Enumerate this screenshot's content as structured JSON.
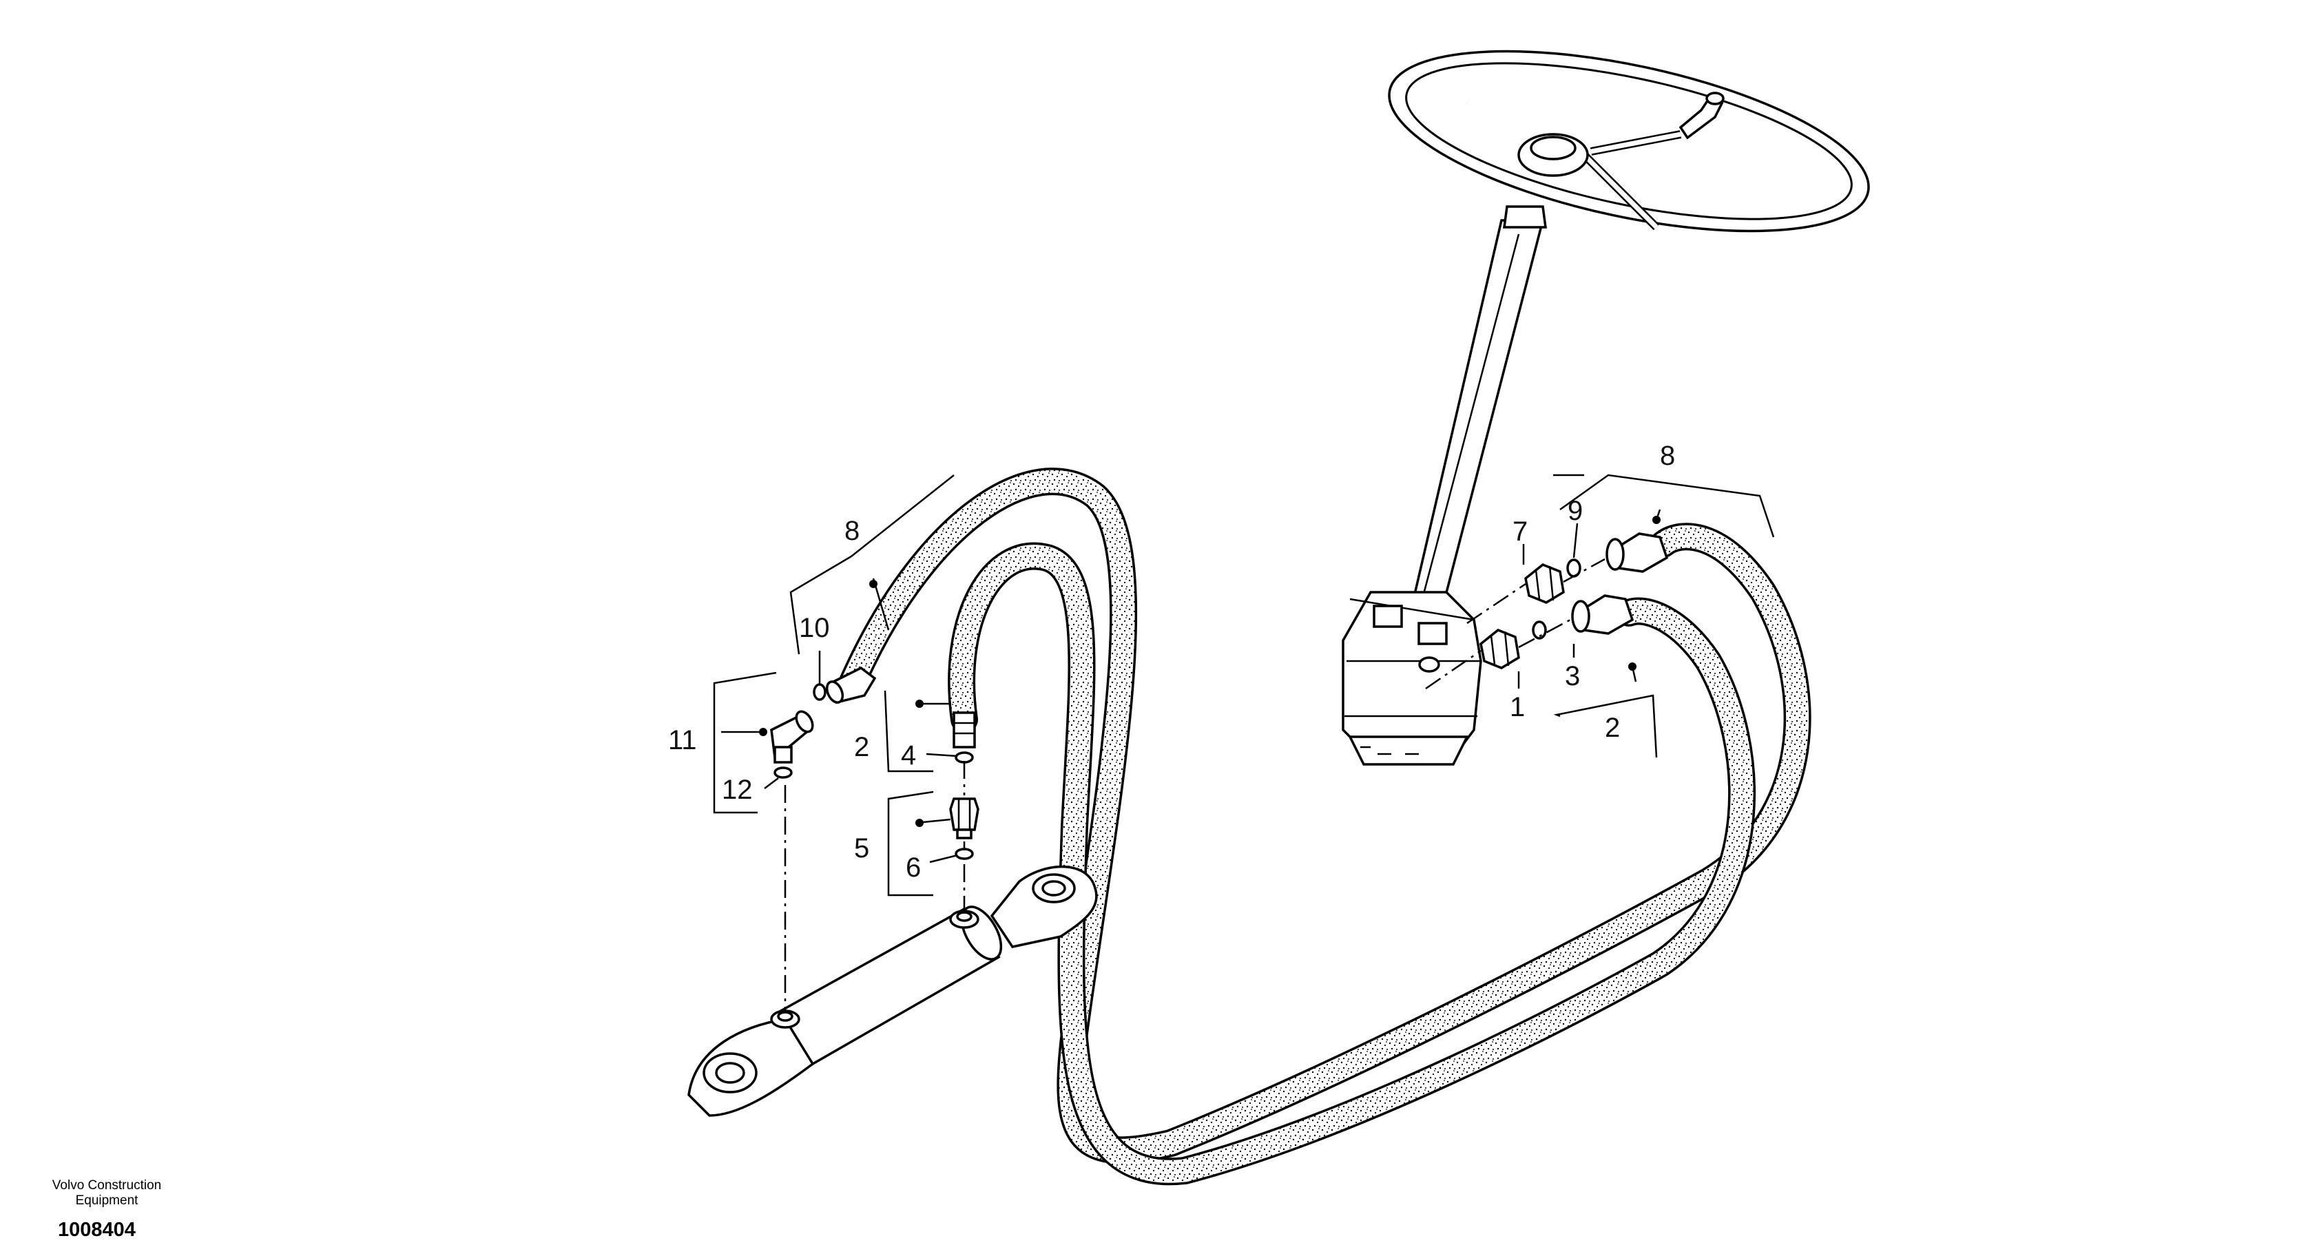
{
  "diagram": {
    "brand_line1": "Volvo Construction",
    "brand_line2": "Equipment",
    "doc_number": "1008404",
    "callouts": {
      "c1": "1",
      "c2_left": "2",
      "c2_right": "2",
      "c3": "3",
      "c4": "4",
      "c5": "5",
      "c6": "6",
      "c7": "7",
      "c8_left": "8",
      "c8_right": "8",
      "c9": "9",
      "c10": "10",
      "c11": "11",
      "c12": "12"
    }
  }
}
